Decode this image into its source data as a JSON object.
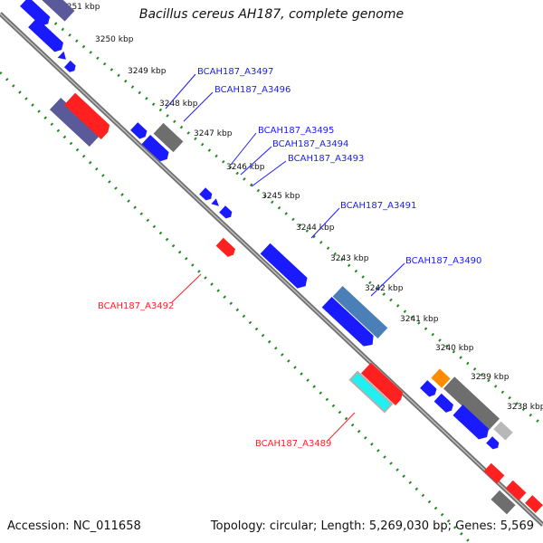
{
  "title": "Bacillus cereus AH187, complete genome",
  "accession_label": "Accession: NC_011658",
  "summary_text": "Topology: circular; Length: 5,269,030 bp; Genes: 5,569",
  "colors": {
    "plus_strand": "#1a1aff",
    "minus_strand": "#ff2020",
    "backbone": "#808080",
    "gc_ticks": "#1e8a1e",
    "dark_gray": "#6e6e6e",
    "steel_blue": "#4a7fb8",
    "slate_purple": "#5a5a9a",
    "cyan": "#20f0f0",
    "orange": "#ff8c00"
  },
  "ruler": [
    "3251 kbp",
    "3250 kbp",
    "3249 kbp",
    "3248 kbp",
    "3247 kbp",
    "3246 kbp",
    "3245 kbp",
    "3244 kbp",
    "3243 kbp",
    "3242 kbp",
    "3241 kbp",
    "3240 kbp",
    "3239 kbp",
    "3238 kbp"
  ],
  "gene_labels_plus": [
    "BCAH187_A3497",
    "BCAH187_A3496",
    "BCAH187_A3495",
    "BCAH187_A3494",
    "BCAH187_A3493",
    "BCAH187_A3491",
    "BCAH187_A3490"
  ],
  "gene_labels_minus": [
    "BCAH187_A3492",
    "BCAH187_A3489"
  ]
}
